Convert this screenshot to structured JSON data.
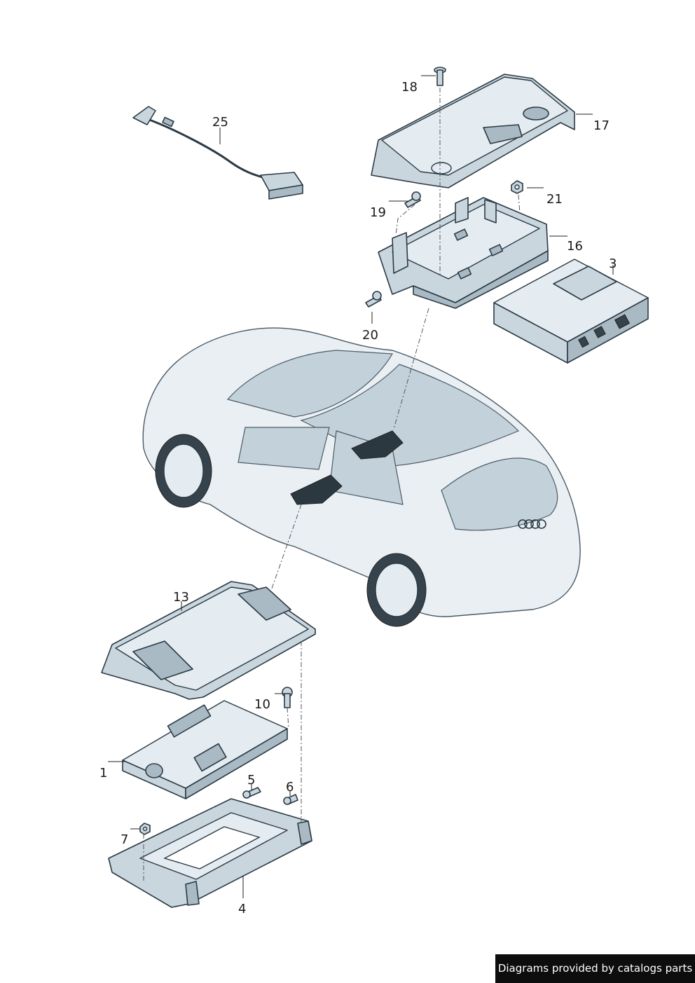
{
  "labels": {
    "l1": "1",
    "l3": "3",
    "l4": "4",
    "l5": "5",
    "l6": "6",
    "l7": "7",
    "l10": "10",
    "l13": "13",
    "l16": "16",
    "l17": "17",
    "l18": "18",
    "l19": "19",
    "l20": "20",
    "l21": "21",
    "l25": "25"
  },
  "footer": {
    "text": "Diagrams provided by catalogs parts"
  }
}
